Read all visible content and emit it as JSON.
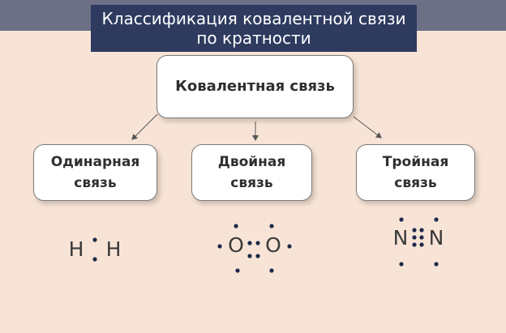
{
  "header": {
    "title_line1": "Классификация ковалентной связи",
    "title_line2": "по кратности",
    "band_color": "#6c6f85",
    "title_bg": "#2e3b5f"
  },
  "diagram": {
    "root": "Ковалентная связь",
    "children": [
      {
        "line1": "Одинарная",
        "line2": "связь",
        "formula_atoms": [
          "H",
          "H"
        ]
      },
      {
        "line1": "Двойная",
        "line2": "связь",
        "formula_atoms": [
          "O",
          "O"
        ]
      },
      {
        "line1": "Тройная",
        "line2": "связь",
        "formula_atoms": [
          "N",
          "N"
        ]
      }
    ],
    "background_color": "#f8e4d6",
    "dot_color": "#1e2a4a"
  }
}
